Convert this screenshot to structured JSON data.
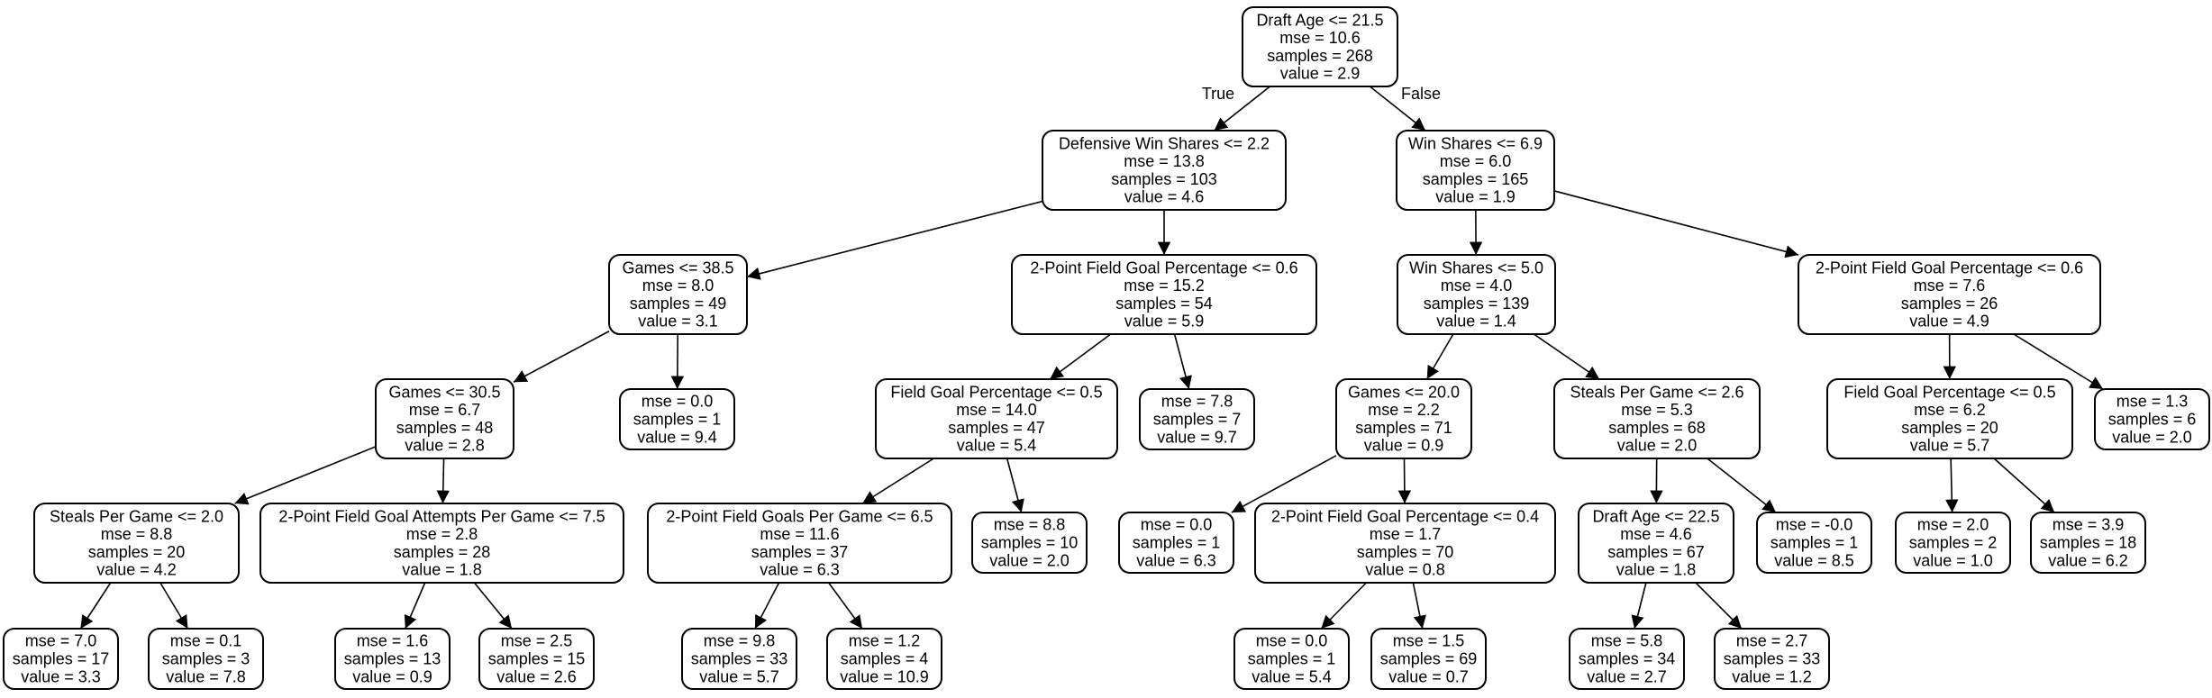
{
  "tree": {
    "nodes": [
      {
        "id": "n0",
        "lines": [
          "Draft Age <= 21.5",
          "mse = 10.6",
          "samples = 268",
          "value = 2.9"
        ]
      },
      {
        "id": "n1",
        "lines": [
          "Defensive Win Shares <= 2.2",
          "mse = 13.8",
          "samples = 103",
          "value = 4.6"
        ]
      },
      {
        "id": "n2",
        "lines": [
          "Win Shares <= 6.9",
          "mse = 6.0",
          "samples = 165",
          "value = 1.9"
        ]
      },
      {
        "id": "n3",
        "lines": [
          "Games <= 38.5",
          "mse = 8.0",
          "samples = 49",
          "value = 3.1"
        ]
      },
      {
        "id": "n4",
        "lines": [
          "2-Point Field Goal Percentage <= 0.6",
          "mse = 15.2",
          "samples = 54",
          "value = 5.9"
        ]
      },
      {
        "id": "n5",
        "lines": [
          "Win Shares <= 5.0",
          "mse = 4.0",
          "samples = 139",
          "value = 1.4"
        ]
      },
      {
        "id": "n6",
        "lines": [
          "2-Point Field Goal Percentage <= 0.6",
          "mse = 7.6",
          "samples = 26",
          "value = 4.9"
        ]
      },
      {
        "id": "n7",
        "lines": [
          "Games <= 30.5",
          "mse = 6.7",
          "samples = 48",
          "value = 2.8"
        ]
      },
      {
        "id": "n8",
        "lines": [
          "mse = 0.0",
          "samples = 1",
          "value = 9.4"
        ]
      },
      {
        "id": "n9",
        "lines": [
          "Field Goal Percentage <= 0.5",
          "mse = 14.0",
          "samples = 47",
          "value = 5.4"
        ]
      },
      {
        "id": "n10",
        "lines": [
          "mse = 7.8",
          "samples = 7",
          "value = 9.7"
        ]
      },
      {
        "id": "n11",
        "lines": [
          "Games <= 20.0",
          "mse = 2.2",
          "samples = 71",
          "value = 0.9"
        ]
      },
      {
        "id": "n12",
        "lines": [
          "Steals Per Game <= 2.6",
          "mse = 5.3",
          "samples = 68",
          "value = 2.0"
        ]
      },
      {
        "id": "n13",
        "lines": [
          "Field Goal Percentage <= 0.5",
          "mse = 6.2",
          "samples = 20",
          "value = 5.7"
        ]
      },
      {
        "id": "n14",
        "lines": [
          "mse = 1.3",
          "samples = 6",
          "value = 2.0"
        ]
      },
      {
        "id": "n15",
        "lines": [
          "Steals Per Game <= 2.0",
          "mse = 8.8",
          "samples = 20",
          "value = 4.2"
        ]
      },
      {
        "id": "n16",
        "lines": [
          "2-Point Field Goal Attempts Per Game <= 7.5",
          "mse = 2.8",
          "samples = 28",
          "value = 1.8"
        ]
      },
      {
        "id": "n17",
        "lines": [
          "2-Point Field Goals Per Game <= 6.5",
          "mse = 11.6",
          "samples = 37",
          "value = 6.3"
        ]
      },
      {
        "id": "n18",
        "lines": [
          "mse = 8.8",
          "samples = 10",
          "value = 2.0"
        ]
      },
      {
        "id": "n19",
        "lines": [
          "mse = 0.0",
          "samples = 1",
          "value = 6.3"
        ]
      },
      {
        "id": "n20",
        "lines": [
          "2-Point Field Goal Percentage <= 0.4",
          "mse = 1.7",
          "samples = 70",
          "value = 0.8"
        ]
      },
      {
        "id": "n21",
        "lines": [
          "Draft Age <= 22.5",
          "mse = 4.6",
          "samples = 67",
          "value = 1.8"
        ]
      },
      {
        "id": "n22",
        "lines": [
          "mse = -0.0",
          "samples = 1",
          "value = 8.5"
        ]
      },
      {
        "id": "n23",
        "lines": [
          "mse = 2.0",
          "samples = 2",
          "value = 1.0"
        ]
      },
      {
        "id": "n24",
        "lines": [
          "mse = 3.9",
          "samples = 18",
          "value = 6.2"
        ]
      },
      {
        "id": "n25",
        "lines": [
          "mse = 7.0",
          "samples = 17",
          "value = 3.3"
        ]
      },
      {
        "id": "n26",
        "lines": [
          "mse = 0.1",
          "samples = 3",
          "value = 7.8"
        ]
      },
      {
        "id": "n27",
        "lines": [
          "mse = 1.6",
          "samples = 13",
          "value = 0.9"
        ]
      },
      {
        "id": "n28",
        "lines": [
          "mse = 2.5",
          "samples = 15",
          "value = 2.6"
        ]
      },
      {
        "id": "n29",
        "lines": [
          "mse = 9.8",
          "samples = 33",
          "value = 5.7"
        ]
      },
      {
        "id": "n30",
        "lines": [
          "mse = 1.2",
          "samples = 4",
          "value = 10.9"
        ]
      },
      {
        "id": "n31",
        "lines": [
          "mse = 0.0",
          "samples = 1",
          "value = 5.4"
        ]
      },
      {
        "id": "n32",
        "lines": [
          "mse = 1.5",
          "samples = 69",
          "value = 0.7"
        ]
      },
      {
        "id": "n33",
        "lines": [
          "mse = 5.8",
          "samples = 34",
          "value = 2.7"
        ]
      },
      {
        "id": "n34",
        "lines": [
          "mse = 2.7",
          "samples = 33",
          "value = 1.2"
        ]
      }
    ],
    "edges": [
      {
        "from": "n0",
        "to": "n1",
        "label": "True"
      },
      {
        "from": "n0",
        "to": "n2",
        "label": "False"
      },
      {
        "from": "n1",
        "to": "n3"
      },
      {
        "from": "n1",
        "to": "n4"
      },
      {
        "from": "n2",
        "to": "n5"
      },
      {
        "from": "n2",
        "to": "n6"
      },
      {
        "from": "n3",
        "to": "n7"
      },
      {
        "from": "n3",
        "to": "n8"
      },
      {
        "from": "n4",
        "to": "n9"
      },
      {
        "from": "n4",
        "to": "n10"
      },
      {
        "from": "n5",
        "to": "n11"
      },
      {
        "from": "n5",
        "to": "n12"
      },
      {
        "from": "n6",
        "to": "n13"
      },
      {
        "from": "n6",
        "to": "n14"
      },
      {
        "from": "n7",
        "to": "n15"
      },
      {
        "from": "n7",
        "to": "n16"
      },
      {
        "from": "n9",
        "to": "n17"
      },
      {
        "from": "n9",
        "to": "n18"
      },
      {
        "from": "n11",
        "to": "n19"
      },
      {
        "from": "n11",
        "to": "n20"
      },
      {
        "from": "n12",
        "to": "n21"
      },
      {
        "from": "n12",
        "to": "n22"
      },
      {
        "from": "n13",
        "to": "n23"
      },
      {
        "from": "n13",
        "to": "n24"
      },
      {
        "from": "n15",
        "to": "n25"
      },
      {
        "from": "n15",
        "to": "n26"
      },
      {
        "from": "n16",
        "to": "n27"
      },
      {
        "from": "n16",
        "to": "n28"
      },
      {
        "from": "n17",
        "to": "n29"
      },
      {
        "from": "n17",
        "to": "n30"
      },
      {
        "from": "n20",
        "to": "n31"
      },
      {
        "from": "n20",
        "to": "n32"
      },
      {
        "from": "n21",
        "to": "n33"
      },
      {
        "from": "n21",
        "to": "n34"
      }
    ]
  }
}
